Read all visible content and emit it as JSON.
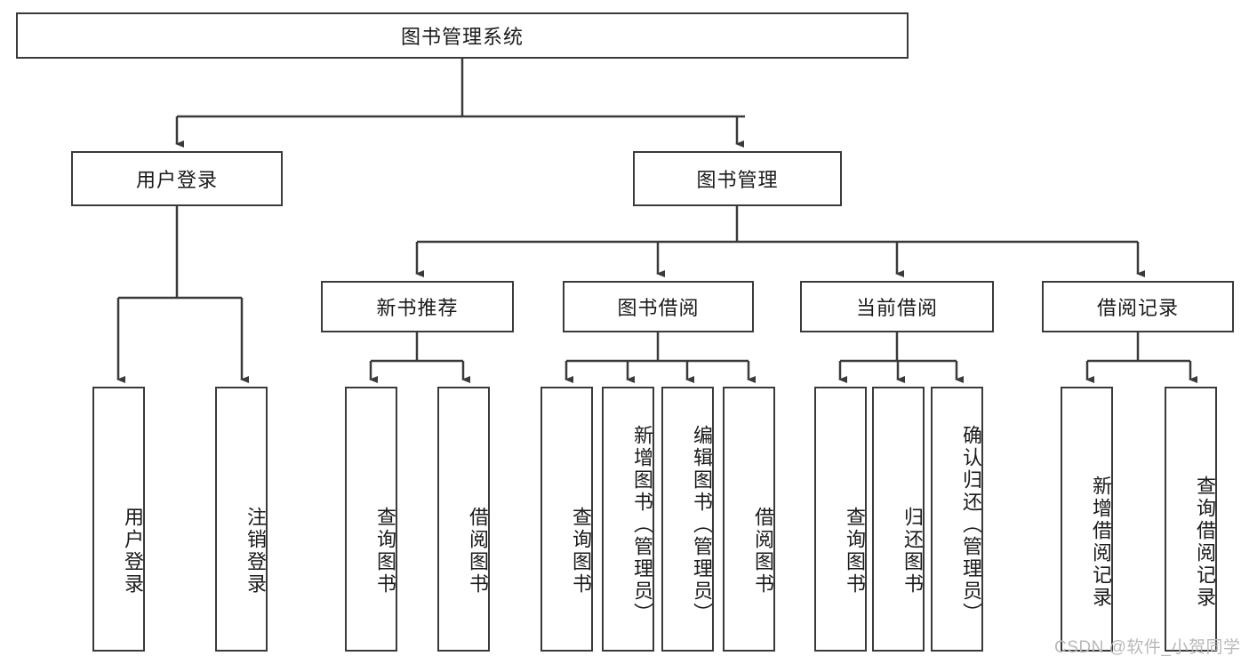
{
  "diagram": {
    "type": "tree-hierarchy-diagram",
    "title": "图书管理系统",
    "root": {
      "label": "图书管理系统"
    },
    "level1": [
      {
        "label": "用户登录"
      },
      {
        "label": "图书管理"
      }
    ],
    "level2": [
      {
        "label": "新书推荐"
      },
      {
        "label": "图书借阅"
      },
      {
        "label": "当前借阅"
      },
      {
        "label": "借阅记录"
      }
    ],
    "leaves": {
      "user_login": [
        {
          "label": "用户登录"
        },
        {
          "label": "注销登录"
        }
      ],
      "new_book_recommend": [
        {
          "label": "查询图书"
        },
        {
          "label": "借阅图书"
        }
      ],
      "book_borrow": [
        {
          "label": "查询图书"
        },
        {
          "label": "新增图书（管理员）"
        },
        {
          "label": "编辑图书（管理员）"
        },
        {
          "label": "借阅图书"
        }
      ],
      "current_borrow": [
        {
          "label": "查询图书"
        },
        {
          "label": "归还图书"
        },
        {
          "label": "确认归还（管理员）"
        }
      ],
      "borrow_record": [
        {
          "label": "新增借阅记录"
        },
        {
          "label": "查询借阅记录"
        }
      ]
    }
  },
  "watermark": {
    "text": "CSDN @软件_小贺同学"
  },
  "colors": {
    "stroke": "#3a3a3a",
    "fill": "#ffffff",
    "text": "#1a1a1a",
    "watermark": "#b9b9b9"
  }
}
